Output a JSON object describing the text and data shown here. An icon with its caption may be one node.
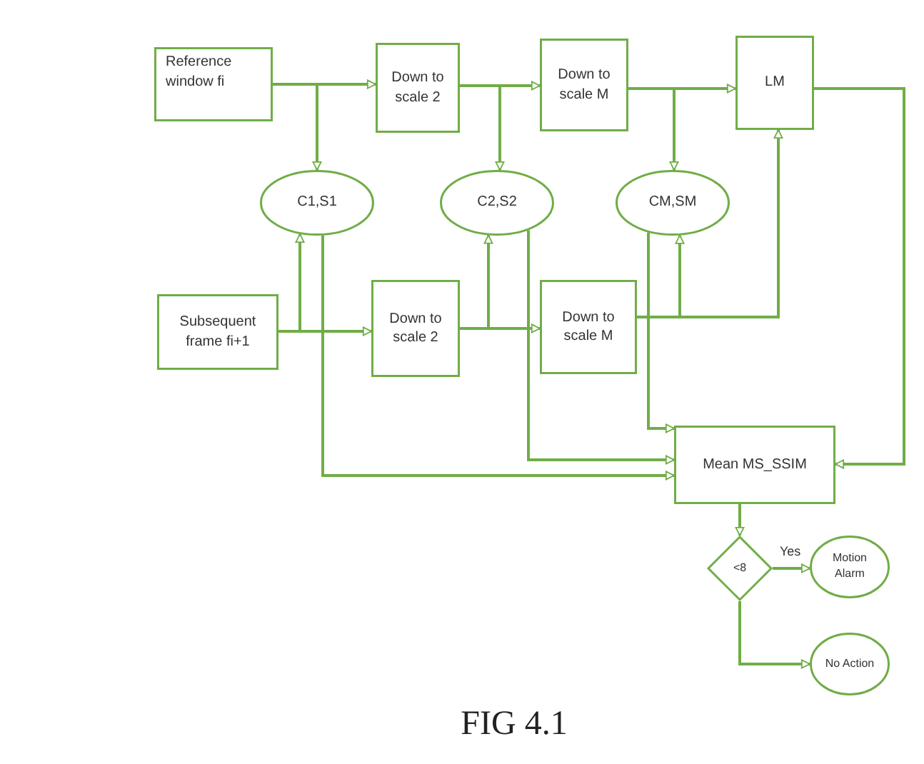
{
  "diagram": {
    "caption": "FIG 4.1",
    "nodes": [
      {
        "text": [
          "Reference window fi"
        ]
      },
      {
        "text": [
          "Down to scale 2"
        ]
      },
      {
        "text": [
          "Down to scale M"
        ]
      },
      {
        "text": [
          "LM"
        ]
      },
      {
        "text": [
          "C1,S1"
        ]
      },
      {
        "text": [
          "C2,S2"
        ]
      },
      {
        "text": [
          "CM,SM"
        ]
      },
      {
        "text": [
          "Subsequent frame fi+1"
        ]
      },
      {
        "text": [
          "Down to scale 2"
        ]
      },
      {
        "text": [
          "Down to scale M"
        ]
      },
      {
        "text": [
          "Mean MS_SSIM"
        ]
      },
      {
        "text": [
          "<8"
        ]
      },
      {
        "text": [
          "Motion Alarm"
        ]
      },
      {
        "text": [
          "No Action"
        ]
      }
    ],
    "edges": [
      {
        "from": 0,
        "to": 1,
        "arrow": "to"
      },
      {
        "from": 1,
        "to": 2,
        "arrow": "to"
      },
      {
        "from": 2,
        "to": 3,
        "arrow": "to"
      },
      {
        "from": 0,
        "to": 4,
        "arrow": "to"
      },
      {
        "from": 1,
        "to": 5,
        "arrow": "to"
      },
      {
        "from": 2,
        "to": 6,
        "arrow": "to"
      },
      {
        "from": 7,
        "to": 8,
        "arrow": "to"
      },
      {
        "from": 8,
        "to": 9,
        "arrow": "to"
      },
      {
        "from": 7,
        "to": 4,
        "arrow": "to"
      },
      {
        "from": 8,
        "to": 5,
        "arrow": "to"
      },
      {
        "from": 9,
        "to": 6,
        "arrow": "to"
      },
      {
        "from": 9,
        "to": 3,
        "arrow": "to"
      },
      {
        "from": 3,
        "to": 10,
        "arrow": "to"
      },
      {
        "from": 4,
        "to": 10,
        "arrow": "to"
      },
      {
        "from": 5,
        "to": 10,
        "arrow": "to"
      },
      {
        "from": 6,
        "to": 10,
        "arrow": "to"
      },
      {
        "from": 10,
        "to": 11,
        "arrow": "to"
      },
      {
        "from": 11,
        "to": 12,
        "arrow": "to",
        "label": "Yes"
      },
      {
        "from": 11,
        "to": 13,
        "arrow": "to"
      }
    ]
  }
}
